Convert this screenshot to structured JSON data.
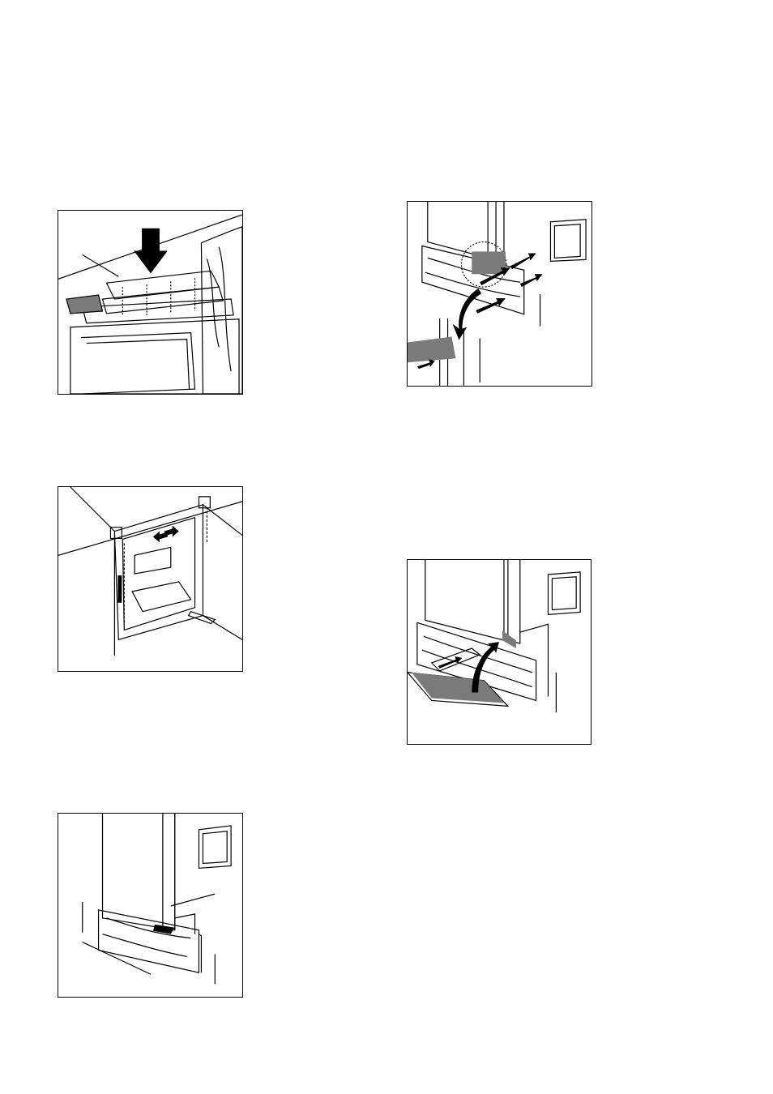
{
  "figures": [
    {
      "id": "fig-1",
      "subject": "top-cover-press-down"
    },
    {
      "id": "fig-2",
      "subject": "door-hinge-alignment"
    },
    {
      "id": "fig-3",
      "subject": "plinth-measure"
    },
    {
      "id": "fig-4",
      "subject": "plinth-cutout-adjust"
    },
    {
      "id": "fig-5",
      "subject": "plinth-grille-fit"
    }
  ],
  "colors": {
    "line": "#000000",
    "shade": "#7a7a7a",
    "paper": "#ffffff"
  }
}
